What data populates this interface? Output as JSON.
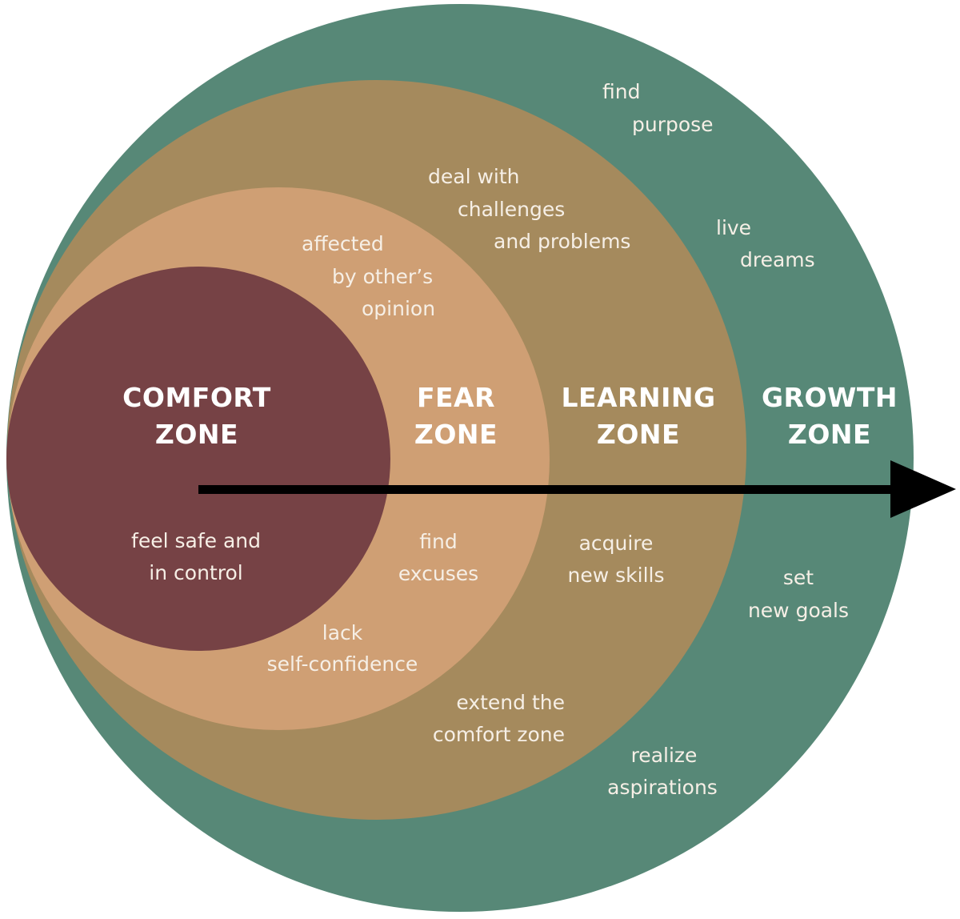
{
  "colors": {
    "growth": "#578877",
    "learning": "#a58a5d",
    "fear": "#cf9f74",
    "comfort": "#764245",
    "arrow": "#000000",
    "text": "#ffffff",
    "background": "#ffffff"
  },
  "zones": {
    "comfort": {
      "title_line1": "COMFORT",
      "title_line2": "ZONE",
      "notes": [
        {
          "line1": "feel safe and",
          "line2": "in control"
        }
      ]
    },
    "fear": {
      "title_line1": "FEAR",
      "title_line2": "ZONE",
      "notes": [
        {
          "line1": "affected",
          "line2": "by other’s",
          "line3": "opinion"
        },
        {
          "line1": "find",
          "line2": "excuses"
        },
        {
          "line1": "lack",
          "line2": "self-confidence"
        }
      ]
    },
    "learning": {
      "title_line1": "LEARNING",
      "title_line2": "ZONE",
      "notes": [
        {
          "line1": "deal with",
          "line2": "challenges",
          "line3": "and problems"
        },
        {
          "line1": "acquire",
          "line2": "new skills"
        },
        {
          "line1": "extend the",
          "line2": "comfort zone"
        }
      ]
    },
    "growth": {
      "title_line1": "GROWTH",
      "title_line2": "ZONE",
      "notes": [
        {
          "line1": "find",
          "line2": "purpose"
        },
        {
          "line1": "live",
          "line2": "dreams"
        },
        {
          "line1": "set",
          "line2": "new goals"
        },
        {
          "line1": "realize",
          "line2": "aspirations"
        }
      ]
    }
  },
  "arrow": {
    "direction": "right",
    "label": ""
  }
}
